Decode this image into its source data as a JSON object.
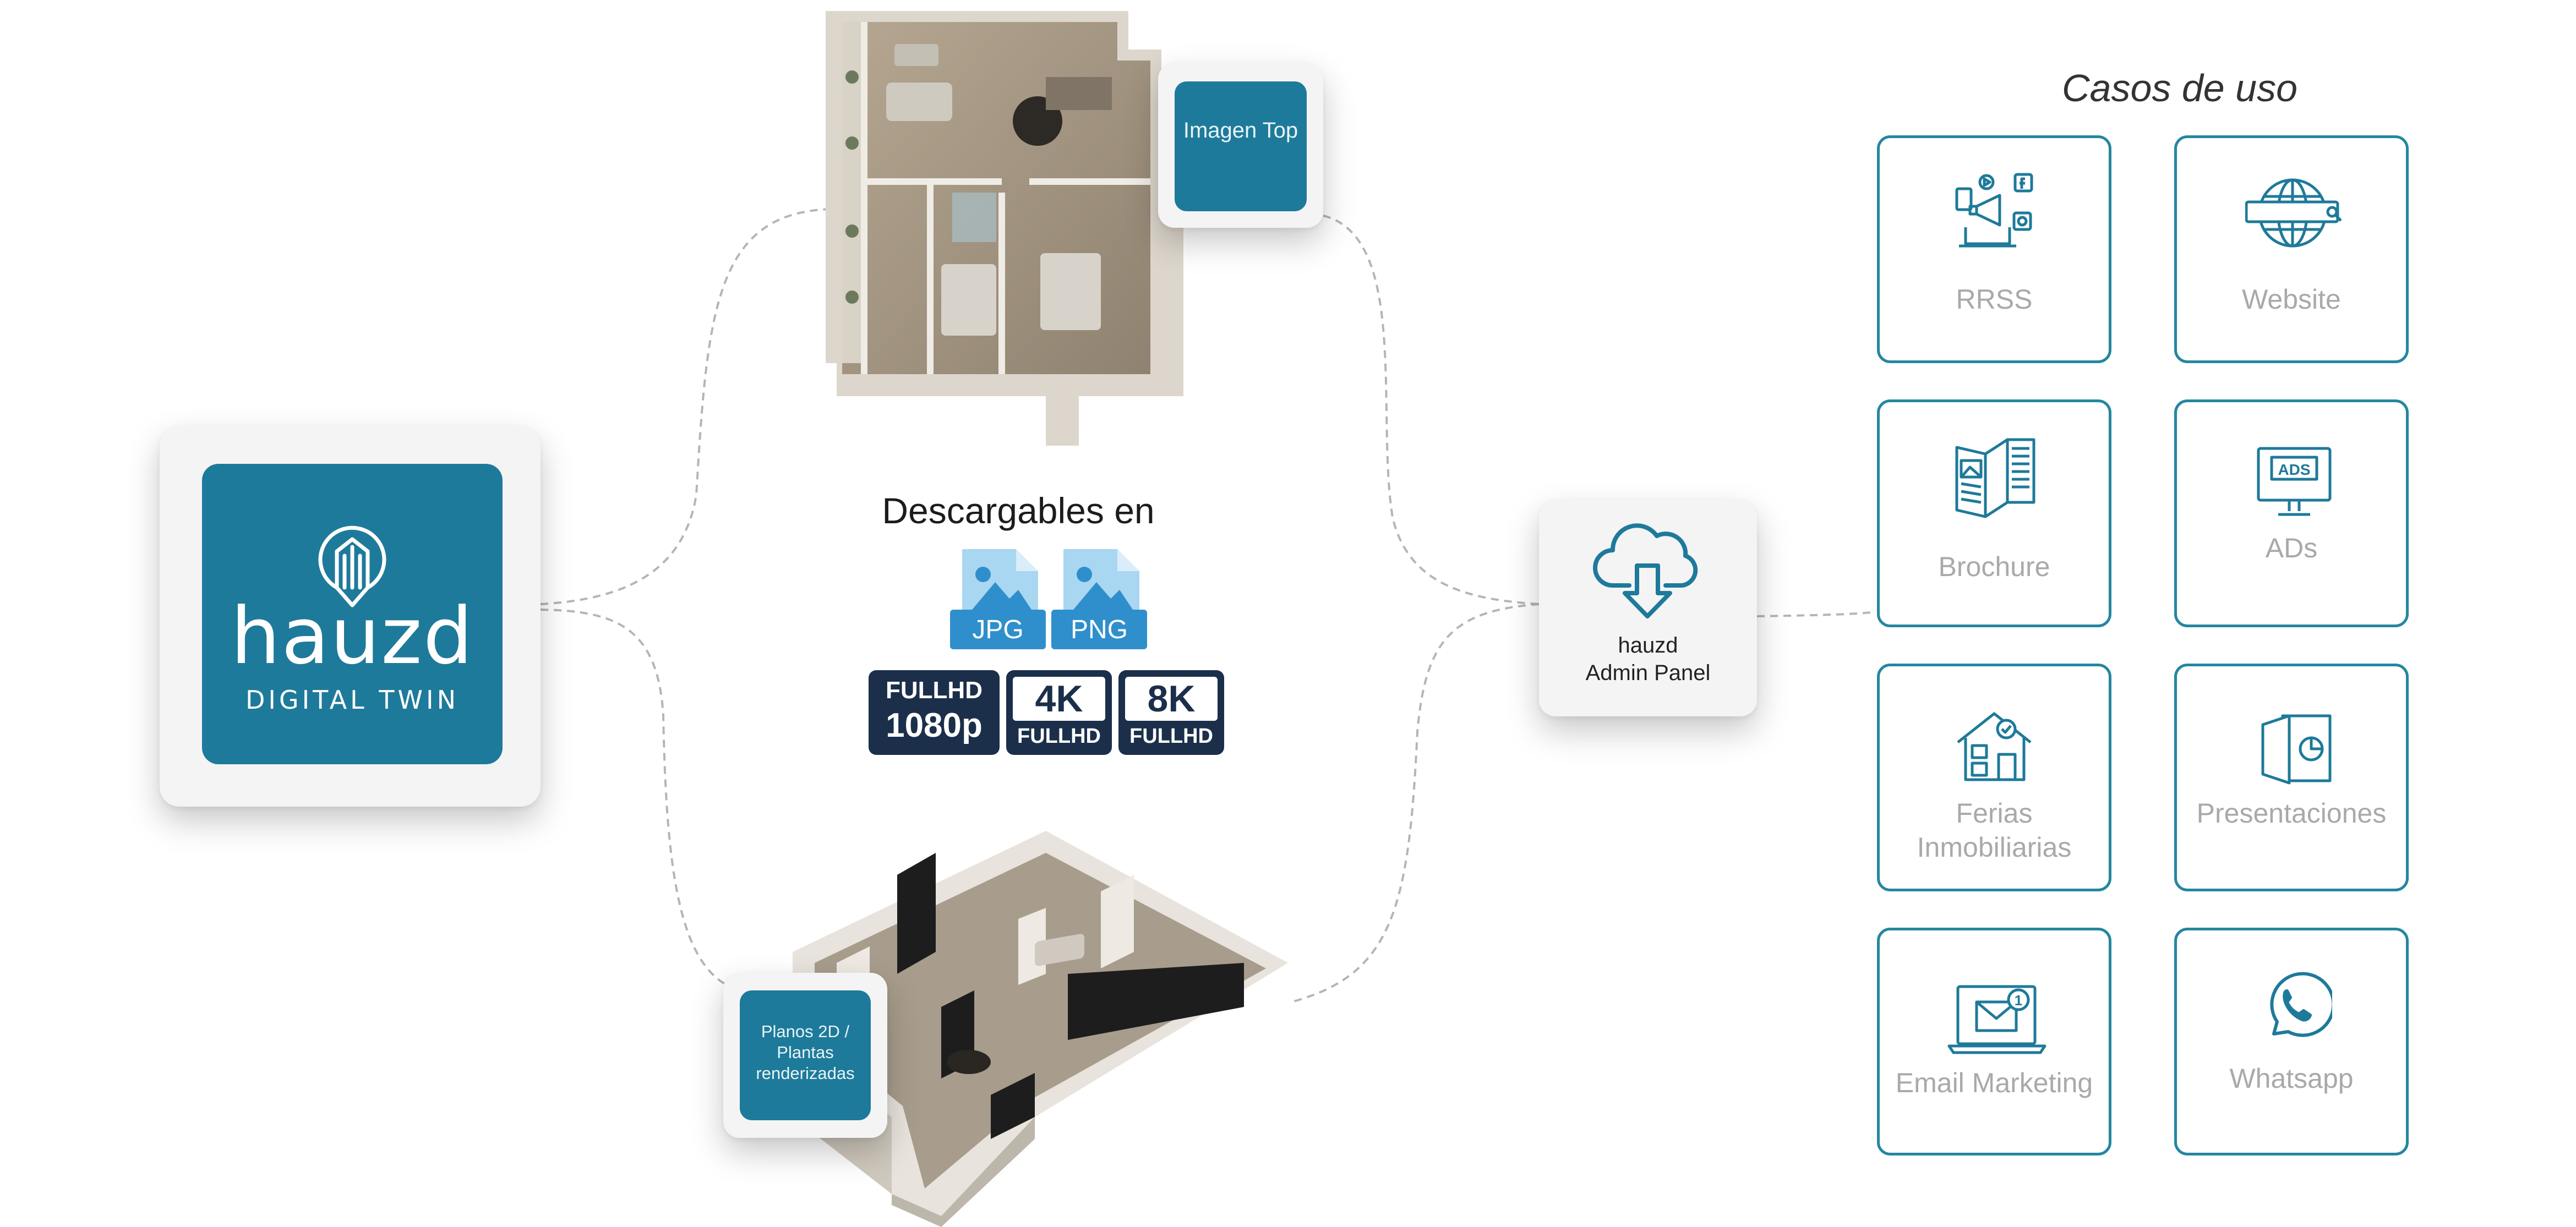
{
  "brand": {
    "name": "hauzd",
    "subtitle": "DIGITAL TWIN"
  },
  "center": {
    "top_badge": "Imagen Top",
    "bottom_badge": "Planos 2D / Plantas renderizadas",
    "downloads_title": "Descargables en",
    "formats": [
      "JPG",
      "PNG"
    ],
    "resolutions": [
      {
        "top": "FULLHD",
        "bottom": "1080p"
      },
      {
        "top": "4K",
        "bottom": "FULLHD"
      },
      {
        "top": "8K",
        "bottom": "FULLHD"
      }
    ]
  },
  "admin": {
    "label_line1": "hauzd",
    "label_line2": "Admin Panel",
    "icon": "cloud-download-icon"
  },
  "use_cases": {
    "title": "Casos de uso",
    "items": [
      {
        "label": "RRSS",
        "icon": "social-media-icon"
      },
      {
        "label": "Website",
        "icon": "globe-search-icon"
      },
      {
        "label": "Brochure",
        "icon": "brochure-icon"
      },
      {
        "label": "ADs",
        "icon": "ads-monitor-icon"
      },
      {
        "label": "Ferias Inmobiliarias",
        "icon": "house-check-icon"
      },
      {
        "label": "Presentaciones",
        "icon": "presentation-icon"
      },
      {
        "label": "Email Marketing",
        "icon": "laptop-email-icon"
      },
      {
        "label": "Whatsapp",
        "icon": "whatsapp-icon"
      }
    ]
  },
  "colors": {
    "teal": "#1e7a9a",
    "card_border": "#24879f",
    "label_gray": "#a9a9a9",
    "badge_navy": "#1b2f4b",
    "file_blue": "#2f8fcc"
  }
}
